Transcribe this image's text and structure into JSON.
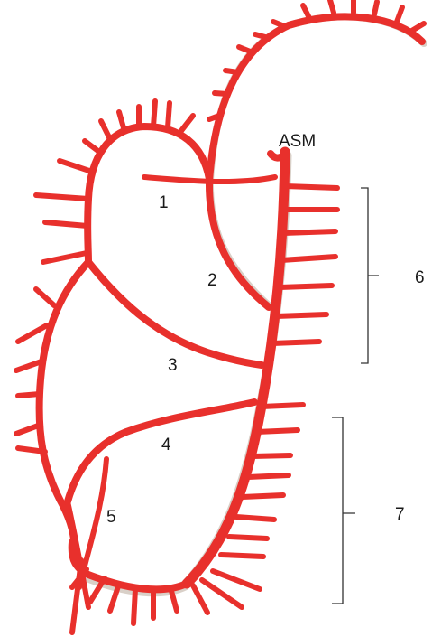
{
  "labels": {
    "asm": "ASM",
    "n1": "1",
    "n2": "2",
    "n3": "3",
    "n4": "4",
    "n5": "5",
    "n6": "6",
    "n7": "7"
  },
  "colors": {
    "vessel": "#e8302c",
    "shadow": "#b9a99a",
    "ink": "#1a1a1a"
  }
}
